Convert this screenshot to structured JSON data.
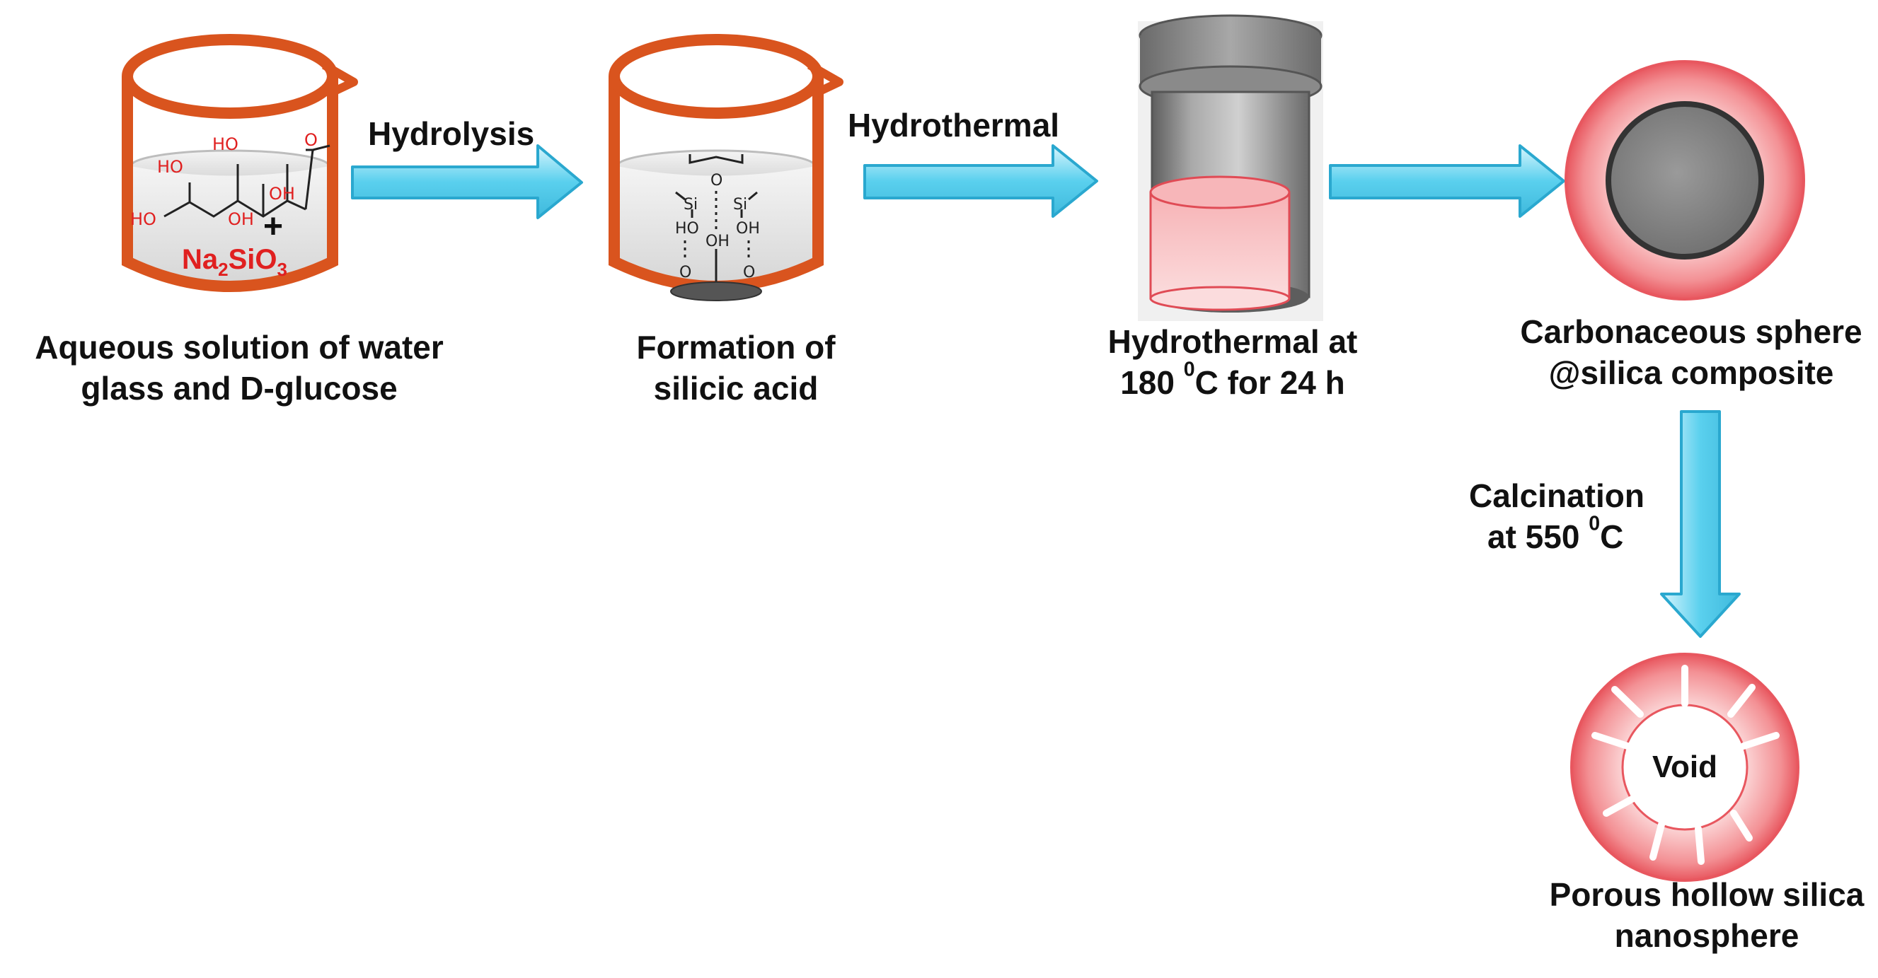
{
  "colors": {
    "beaker_orange": "#d9541e",
    "arrow_cyan": "#5ad0ee",
    "arrow_stroke": "#2aa8cf",
    "sphere_red": "#ee6b72",
    "sphere_light": "#f9c6c8",
    "core_gray": "#808080",
    "vessel_gray": "#777777",
    "chem_red": "#e02020",
    "text_dark": "#111111"
  },
  "steps": {
    "s1": {
      "line1": "Aqueous solution of water",
      "line2": "glass and D-glucose"
    },
    "s2": {
      "line1": "Formation of",
      "line2": "silicic acid"
    },
    "s3": {
      "line1": "Hydrothermal at",
      "line2_num": "180 ",
      "line2_sup": "0",
      "line2_rest": "C for 24 h"
    },
    "s4": {
      "line1": "Carbonaceous sphere",
      "line2": "@silica composite"
    },
    "s5": {
      "line1": "Porous hollow silica",
      "line2": "nanosphere"
    }
  },
  "arrows": {
    "a1": "Hydrolysis",
    "a2": "Hydrothermal",
    "a4_line1": "Calcination",
    "a4_line2_pre": "at 550 ",
    "a4_line2_sup": "0",
    "a4_line2_post": "C"
  },
  "glucose": {
    "ho1": "HO",
    "ho2": "HO",
    "oh1": "OH",
    "oh2": "OH",
    "ho3": "HO",
    "o": "O",
    "plus": "+",
    "salt_pre": "Na",
    "salt_sub1": "2",
    "salt_mid": "SiO",
    "salt_sub2": "3"
  },
  "silicic": {
    "si1": "Si",
    "si2": "Si",
    "o_bridge": "O",
    "ho_left": "HO",
    "oh_right": "OH",
    "oh_mid": "OH",
    "o_left": "O",
    "o_right": "O"
  },
  "void_label": "Void"
}
